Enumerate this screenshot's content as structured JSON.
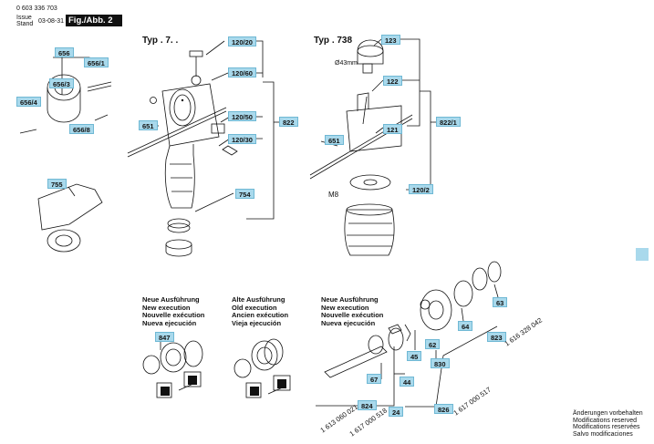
{
  "header": {
    "part_number": "0 603 336 703",
    "issue_label": "Issue",
    "stand_label": "Stand",
    "date": "03-08-31",
    "figure": "Fig./Abb. 2"
  },
  "left_assembly": {
    "type_label": "Typ . 7. .",
    "tags": [
      "120/20",
      "120/60",
      "120/50",
      "120/30",
      "822",
      "754",
      "651"
    ]
  },
  "right_assembly": {
    "type_label": "Typ . 738",
    "tags": [
      "123",
      "122",
      "121",
      "822/1",
      "651",
      "120/2"
    ],
    "diameter_label": "Ø43mm",
    "thread_label": "M8"
  },
  "chuck_group": {
    "tags": [
      "656",
      "656/1",
      "656/3",
      "656/4",
      "656/8",
      "755"
    ]
  },
  "versions": {
    "new": [
      "Neue Ausführung",
      "New execution",
      "Nouvelle exécution",
      "Nueva ejecución"
    ],
    "old": [
      "Alte Ausführung",
      "Old execution",
      "Ancien exécution",
      "Vieja ejecución"
    ],
    "new_right": [
      "Neue Ausführung",
      "New execution",
      "Nouvelle exécution",
      "Nueva ejecución"
    ]
  },
  "gear_group": {
    "tags": [
      "847",
      "67",
      "45",
      "44",
      "62",
      "64",
      "63",
      "830",
      "823",
      "824",
      "24",
      "826"
    ],
    "part_numbers": [
      "1 613 060 021",
      "1 617 000 518",
      "1 617 000 517",
      "1 616 328 042"
    ]
  },
  "notes": [
    "Änderungen vorbehalten",
    "Modifications reserved",
    "Modifications reservées",
    "Salvo modificaciones"
  ]
}
